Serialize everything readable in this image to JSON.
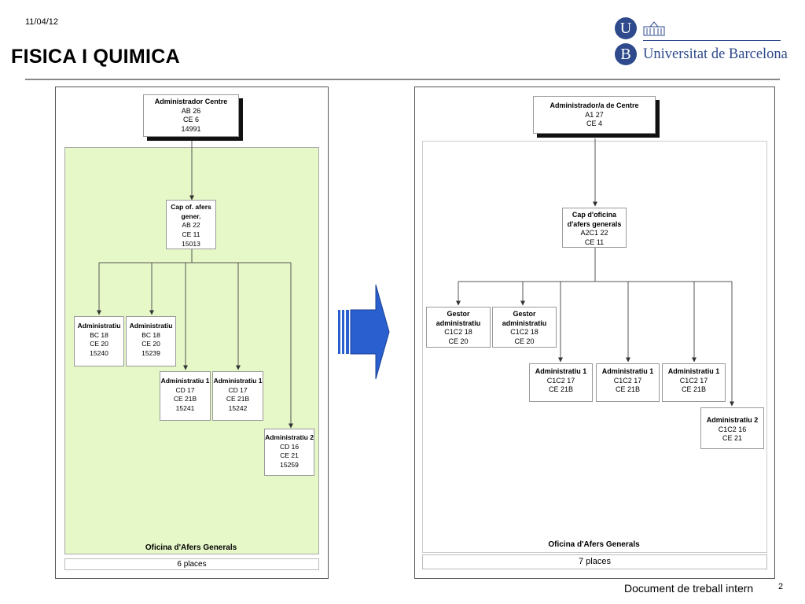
{
  "header": {
    "date": "11/04/12",
    "title": "FISICA I QUIMICA",
    "logo": {
      "u_letter": "U",
      "b_letter": "B",
      "name": "Universitat de Barcelona",
      "icon": "university-building-icon"
    }
  },
  "left_chart": {
    "top": {
      "title": "Administrador Centre",
      "lines": [
        "AB 26",
        "CE 6",
        "14991"
      ]
    },
    "chief": {
      "title_lines": [
        "Cap of. afers",
        "gener."
      ],
      "lines": [
        "AB 22",
        "CE 11",
        "15013"
      ]
    },
    "nodes": [
      {
        "title": "Administratiu",
        "lines": [
          "BC 18",
          "CE 20",
          "15240"
        ]
      },
      {
        "title": "Administratiu",
        "lines": [
          "BC 18",
          "CE 20",
          "15239"
        ]
      },
      {
        "title": "Administratiu 1",
        "lines": [
          "CD 17",
          "CE 21B",
          "15241"
        ]
      },
      {
        "title": "Administratiu 1",
        "lines": [
          "CD 17",
          "CE 21B",
          "15242"
        ]
      },
      {
        "title": "Administratiu 2",
        "lines": [
          "CD 16",
          "CE 21",
          "15259"
        ]
      }
    ],
    "caption": "Oficina d'Afers Generals",
    "places": "6 places"
  },
  "right_chart": {
    "top": {
      "title": "Administrador/a de Centre",
      "lines": [
        "A1 27",
        "CE 4"
      ]
    },
    "chief": {
      "title_lines": [
        "Cap d'oficina",
        "d'afers generals"
      ],
      "lines": [
        "A2C1 22",
        "CE 11"
      ]
    },
    "nodes": [
      {
        "title_lines": [
          "Gestor",
          "administratiu"
        ],
        "lines": [
          "C1C2 18",
          "CE 20"
        ]
      },
      {
        "title_lines": [
          "Gestor",
          "administratiu"
        ],
        "lines": [
          "C1C2 18",
          "CE 20"
        ]
      },
      {
        "title": "Administratiu 1",
        "lines": [
          "C1C2 17",
          "CE 21B"
        ]
      },
      {
        "title": "Administratiu 1",
        "lines": [
          "C1C2 17",
          "CE 21B"
        ]
      },
      {
        "title": "Administratiu 1",
        "lines": [
          "C1C2 17",
          "CE 21B"
        ]
      },
      {
        "title": "Administratiu 2",
        "lines": [
          "C1C2 16",
          "CE 21"
        ]
      }
    ],
    "caption": "Oficina d'Afers Generals",
    "places": "7 places"
  },
  "arrow": {
    "icon": "right-arrow-icon",
    "color": "#2a5fcf"
  },
  "footer": {
    "text": "Document de treball intern",
    "page": "2"
  }
}
